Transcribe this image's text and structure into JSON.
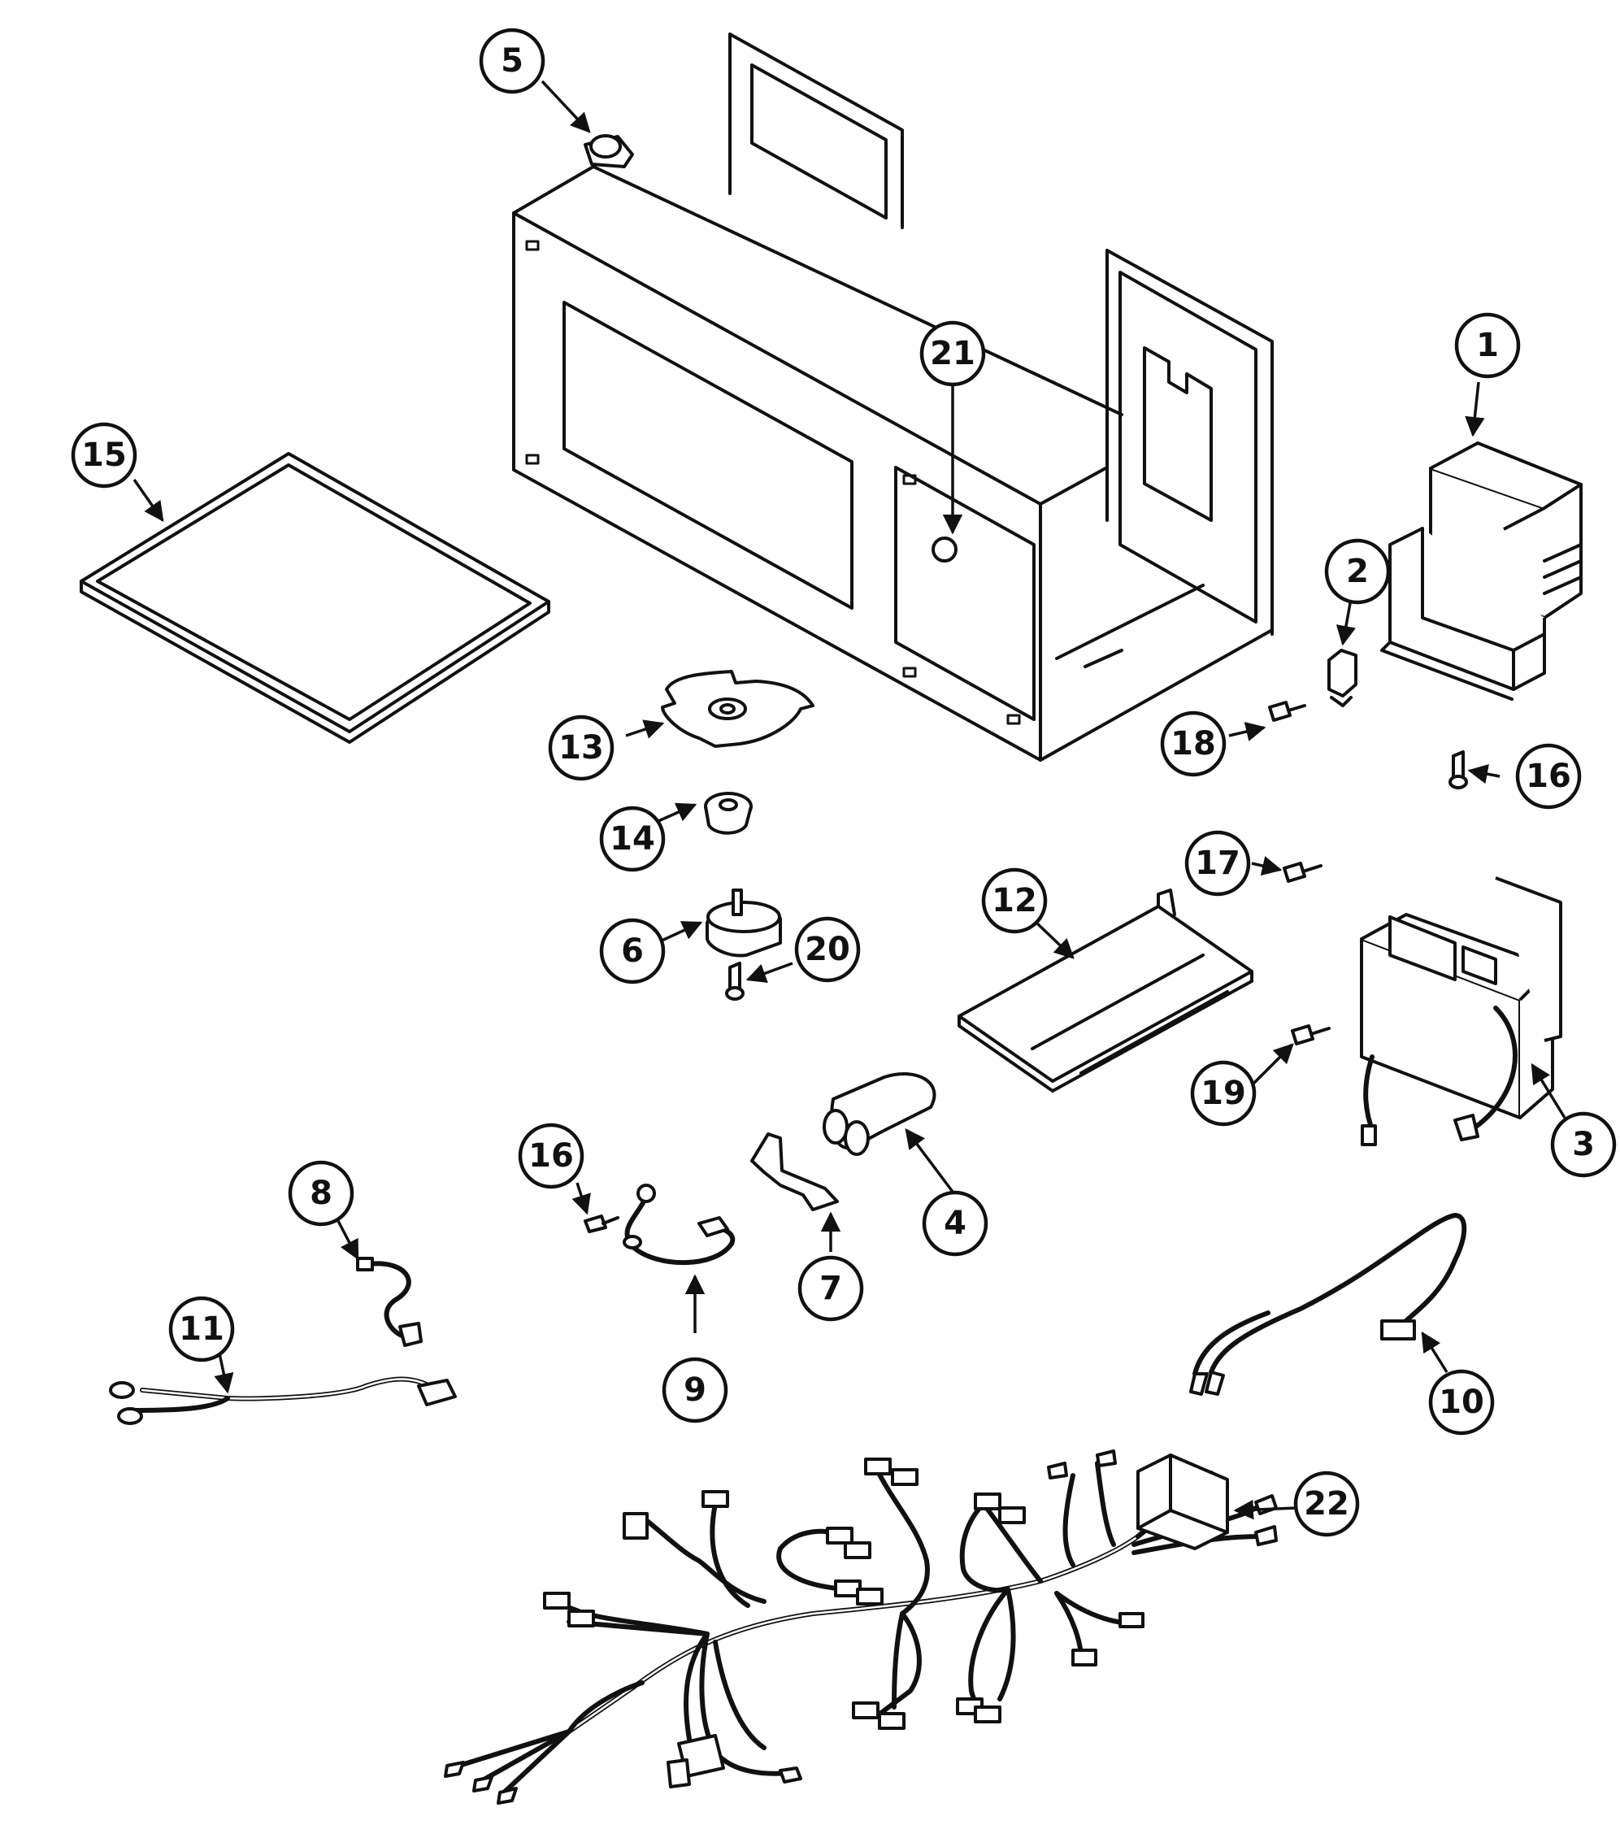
{
  "diagram": {
    "callouts": [
      {
        "id": "part-1",
        "label": "1"
      },
      {
        "id": "part-2",
        "label": "2"
      },
      {
        "id": "part-3",
        "label": "3"
      },
      {
        "id": "part-4",
        "label": "4"
      },
      {
        "id": "part-5",
        "label": "5"
      },
      {
        "id": "part-6",
        "label": "6"
      },
      {
        "id": "part-7",
        "label": "7"
      },
      {
        "id": "part-8",
        "label": "8"
      },
      {
        "id": "part-9",
        "label": "9"
      },
      {
        "id": "part-10",
        "label": "10"
      },
      {
        "id": "part-11",
        "label": "11"
      },
      {
        "id": "part-12",
        "label": "12"
      },
      {
        "id": "part-13",
        "label": "13"
      },
      {
        "id": "part-14",
        "label": "14"
      },
      {
        "id": "part-15",
        "label": "15"
      },
      {
        "id": "part-16a",
        "label": "16"
      },
      {
        "id": "part-16b",
        "label": "16"
      },
      {
        "id": "part-17",
        "label": "17"
      },
      {
        "id": "part-18",
        "label": "18"
      },
      {
        "id": "part-19",
        "label": "19"
      },
      {
        "id": "part-20",
        "label": "20"
      },
      {
        "id": "part-21",
        "label": "21"
      },
      {
        "id": "part-22",
        "label": "22"
      }
    ]
  }
}
